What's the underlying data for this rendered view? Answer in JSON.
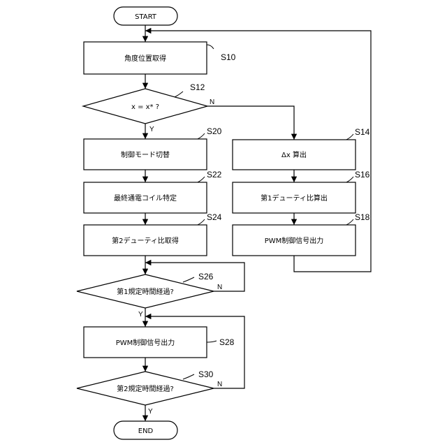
{
  "flowchart": {
    "start": "START",
    "end": "END",
    "nodes": {
      "s10": {
        "text": "角度位置取得",
        "step": "S10"
      },
      "s12": {
        "text": "x = x* ?",
        "step": "S12"
      },
      "s14": {
        "text": "Δx 算出",
        "step": "S14"
      },
      "s16": {
        "text": "第1デューティ比算出",
        "step": "S16"
      },
      "s18": {
        "text": "PWM制御信号出力",
        "step": "S18"
      },
      "s20": {
        "text": "制御モード切替",
        "step": "S20"
      },
      "s22": {
        "text": "最終通電コイル特定",
        "step": "S22"
      },
      "s24": {
        "text": "第2デューティ比取得",
        "step": "S24"
      },
      "s26": {
        "text": "第1規定時間経過?",
        "step": "S26"
      },
      "s28": {
        "text": "PWM制御信号出力",
        "step": "S28"
      },
      "s30": {
        "text": "第2規定時間経過?",
        "step": "S30"
      }
    },
    "branch_labels": {
      "s12_no": "N",
      "s12_yes": "Y",
      "s26_no": "N",
      "s26_yes": "Y",
      "s30_no": "N",
      "s30_yes": "Y"
    }
  }
}
